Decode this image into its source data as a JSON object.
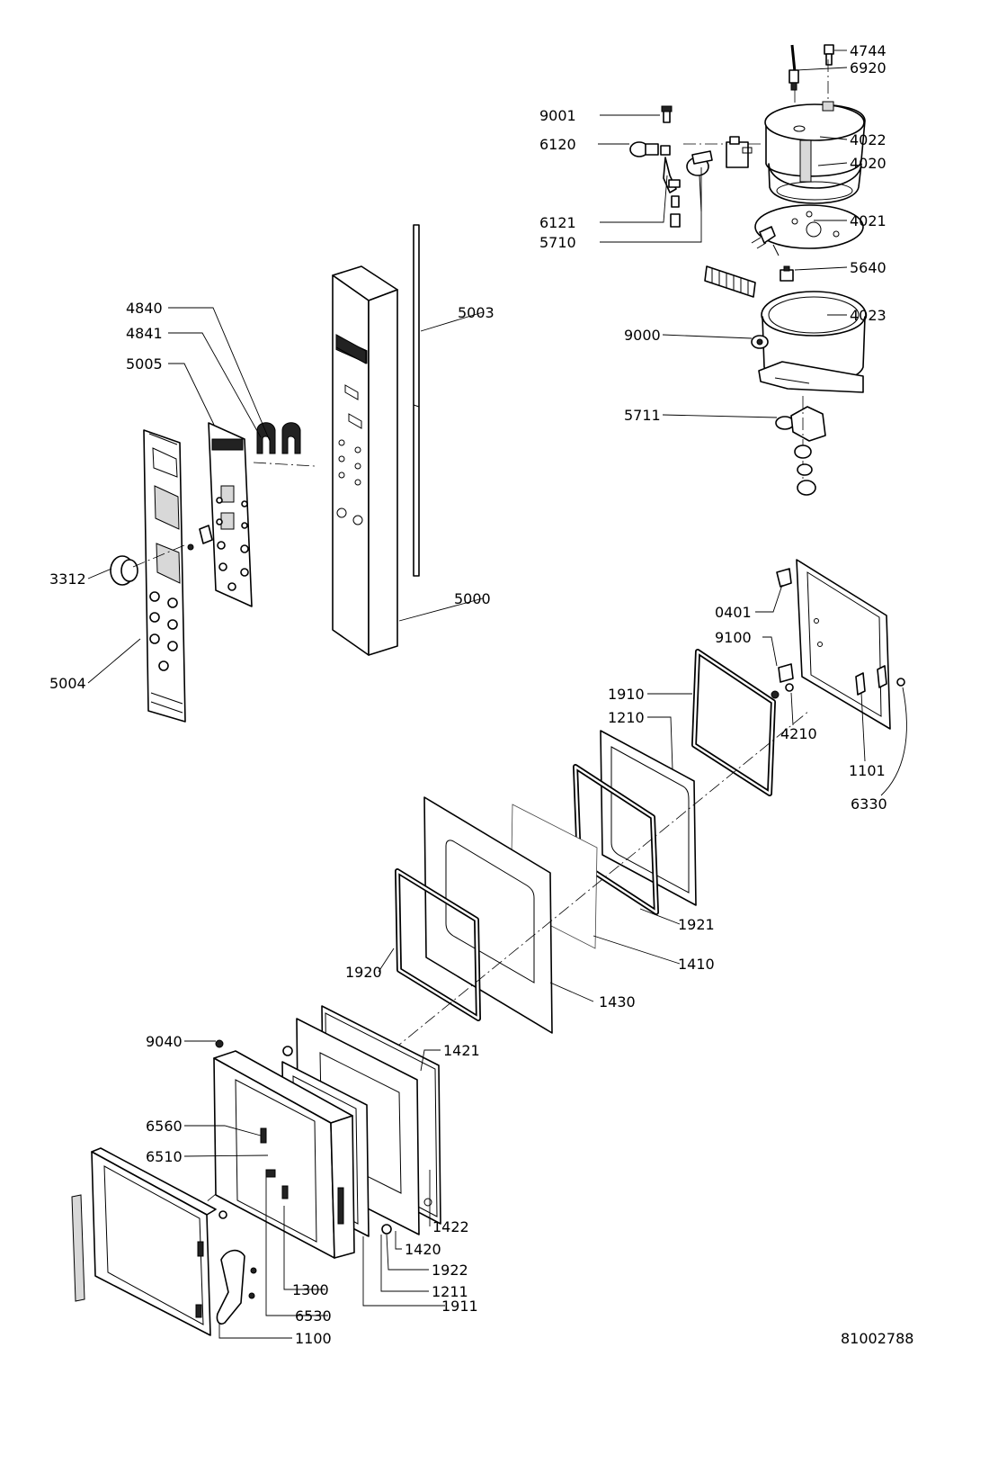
{
  "drawing_number": "81002788",
  "part_labels": {
    "p4744": "4744",
    "p6920": "6920",
    "p9001": "9001",
    "p6120": "6120",
    "p4022": "4022",
    "p4020": "4020",
    "p6121": "6121",
    "p5710": "5710",
    "p4021": "4021",
    "p5640": "5640",
    "p4023": "4023",
    "p9000": "9000",
    "p5711": "5711",
    "p4840": "4840",
    "p4841": "4841",
    "p5005": "5005",
    "p5003": "5003",
    "p3312": "3312",
    "p5000": "5000",
    "p5004": "5004",
    "p0401": "0401",
    "p9100": "9100",
    "p1910": "1910",
    "p1210": "1210",
    "p4210": "4210",
    "p1101": "1101",
    "p6330": "6330",
    "p1921": "1921",
    "p1410": "1410",
    "p1920": "1920",
    "p1430": "1430",
    "p9040": "9040",
    "p1421": "1421",
    "p6560": "6560",
    "p6510": "6510",
    "p1422": "1422",
    "p1420": "1420",
    "p1922": "1922",
    "p1211": "1211",
    "p1300": "1300",
    "p1911": "1911",
    "p6530": "6530",
    "p1100": "1100"
  }
}
